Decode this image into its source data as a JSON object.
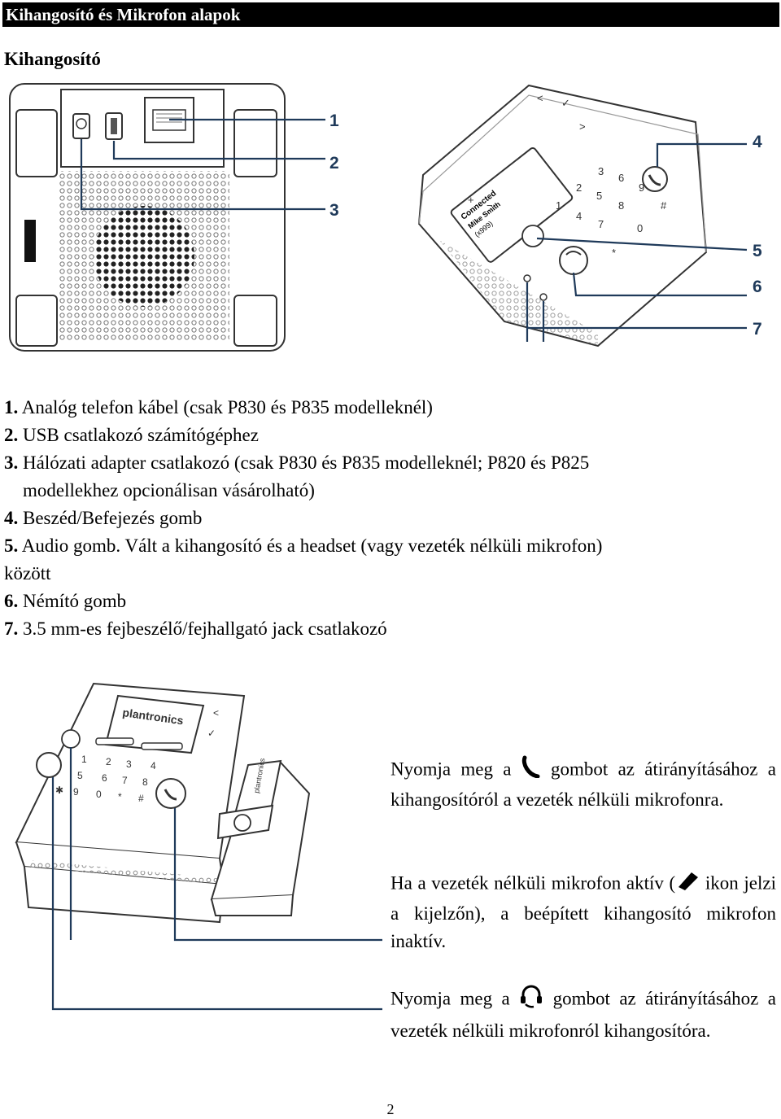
{
  "header": {
    "title": "Kihangosító és Mikrofon alapok"
  },
  "section": {
    "title": "Kihangosító"
  },
  "callouts": [
    "1",
    "2",
    "3",
    "4",
    "5",
    "6",
    "7"
  ],
  "device_labels": {
    "status": "Connected",
    "contact": "Mike Smith",
    "line": "(x999)",
    "brand": "plantronics"
  },
  "features": [
    {
      "num": "1.",
      "text": "Analóg telefon kábel (csak P830 és P835 modelleknél)"
    },
    {
      "num": "2.",
      "text": "USB csatlakozó számítógéphez"
    },
    {
      "num": "3.",
      "text": "Hálózati adapter csatlakozó (csak P830 és P835 modelleknél; P820 és P825"
    },
    {
      "num": "",
      "text": "modellekhez opcionálisan vásárolható)"
    },
    {
      "num": "4.",
      "text": "Beszéd/Befejezés gomb"
    },
    {
      "num": "5.",
      "text": "Audio gomb. Vált a kihangosító és a headset (vagy vezeték nélküli mikrofon)"
    },
    {
      "num": "",
      "text": "között"
    },
    {
      "num": "6.",
      "text": "Némító gomb"
    },
    {
      "num": "7.",
      "text": "3.5 mm-es fejbeszélő/fejhallgató jack csatlakozó"
    }
  ],
  "paragraphs": {
    "p1_before": "Nyomja meg a",
    "p1_after": " gombot az átirányításához a kihangosítóról a vezeték nélküli mikrofonra.",
    "p2_before": "Ha a vezeték nélküli mikrofon aktív (",
    "p2_after": " ikon jelzi a kijelzőn), a beépített kihangosító mikrofon inaktív.",
    "p3_before": "Nyomja meg a",
    "p3_after": " gombot az átirányításához a vezeték nélküli mikrofonról kihangosítóra."
  },
  "icons": {
    "talk": "phone-handset-icon",
    "wireless_mic": "wireless-mic-icon",
    "audio": "headset-icon"
  },
  "page": {
    "number": "2"
  },
  "colors": {
    "header_bg": "#000000",
    "header_text": "#ffffff",
    "callout": "#1f3a5a"
  }
}
